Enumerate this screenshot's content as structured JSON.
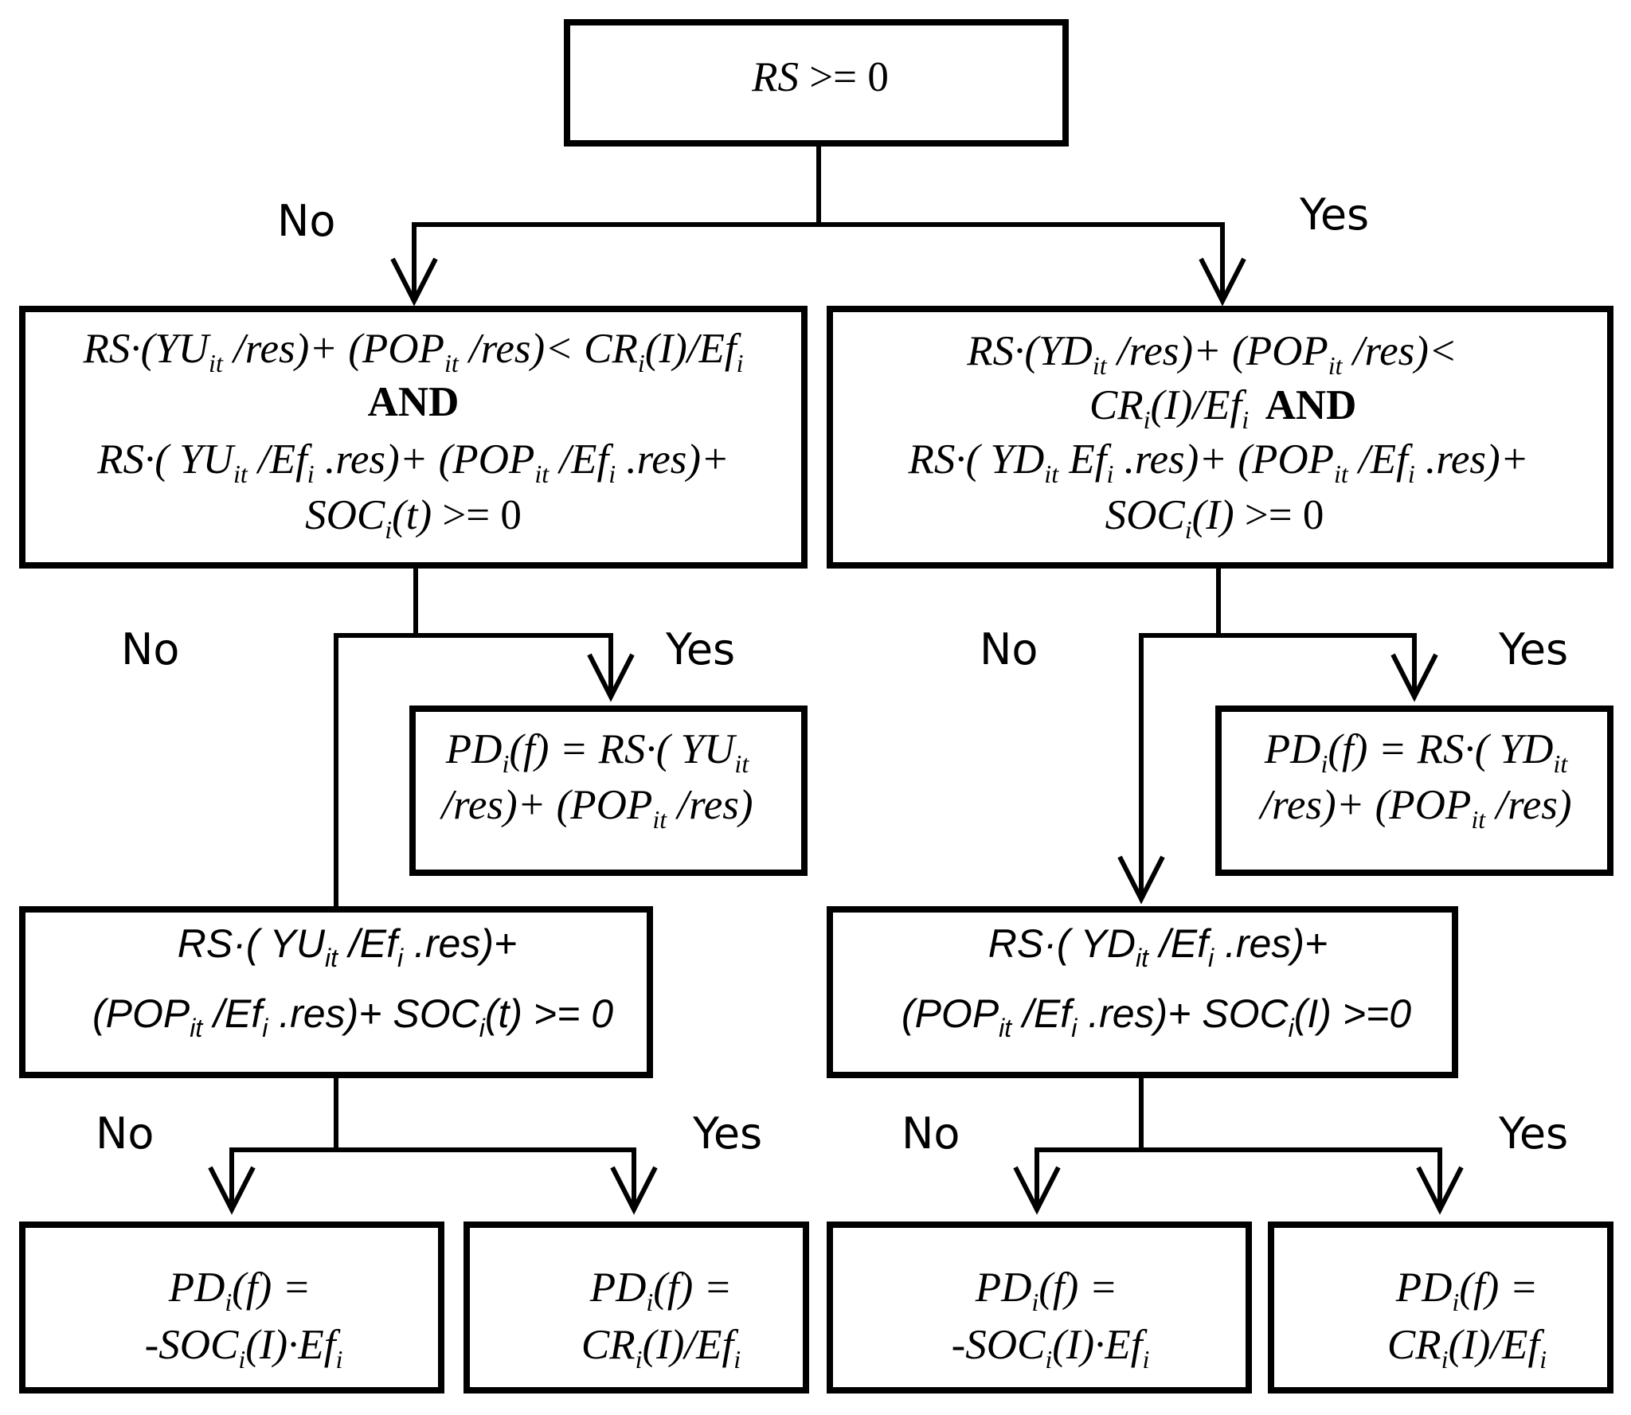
{
  "branch_labels": {
    "top_no": "No",
    "top_yes": "Yes",
    "mid_left_no": "No",
    "mid_left_yes": "Yes",
    "mid_right_no": "No",
    "mid_right_yes": "Yes",
    "low_left_no": "No",
    "low_left_yes": "Yes",
    "low_right_no": "No",
    "low_right_yes": "Yes"
  },
  "keywords": {
    "and_left": "AND",
    "and_right": "AND"
  },
  "nodes": {
    "root": "RS >= 0",
    "cond_left": "RS·(YUit /res)+ (POPit /res)< CRi(I)/Efi AND RS·( YUit /Efi .res)+ (POPit /Efi .res)+ SOCi(t) >= 0",
    "cond_right": "RS·(YDit /res)+ (POPit /res)< CRi(I)/Efi AND RS·( YDit Efi .res)+ (POPit /Efi .res)+ SOCi(I) >= 0",
    "result_left_yes": "PDi(f) = RS·( YUit /res)+ (POPit /res)",
    "result_right_yes": "PDi(f) = RS·( YDit /res)+ (POPit /res)",
    "cond_left_2": "RS·( YUit /Efi .res)+ (POPit /Efi .res)+ SOCi(t) >= 0",
    "cond_right_2": "RS·( YDit /Efi .res)+ (POPit /Efi .res)+ SOCi(I) >=0",
    "leaf_1": "PDi(f) = -SOCi(I)·Efi",
    "leaf_2": "PDi(f) = CRi(I)/Efi",
    "leaf_3": "PDi(f) = -SOCi(I)·Efi",
    "leaf_4": "PDi(f) = CRi(I)/Efi"
  }
}
